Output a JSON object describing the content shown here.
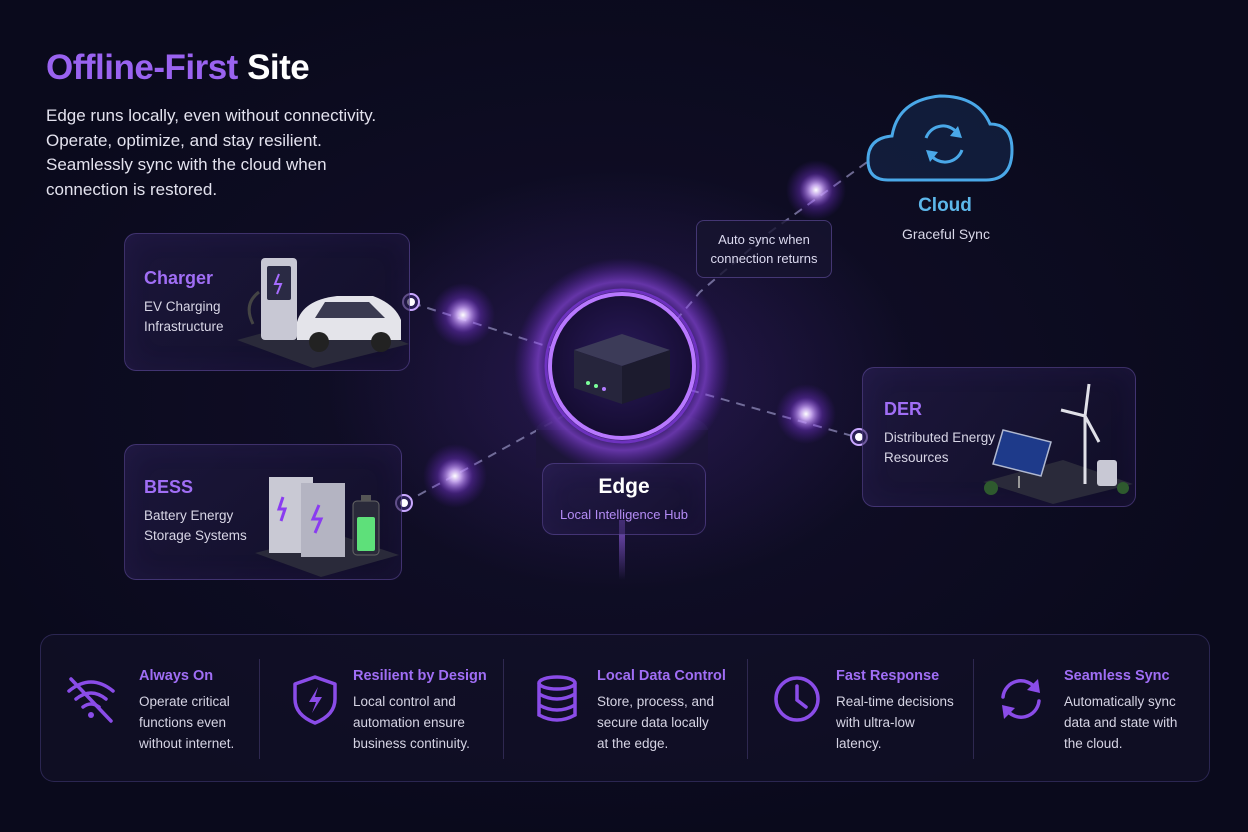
{
  "header": {
    "title_accent": "Offline-First",
    "title_rest": "Site",
    "subtitle_lines": [
      "Edge runs locally, even without connectivity.",
      "Operate, optimize, and stay resilient.",
      "Seamlessly sync with the cloud when",
      "connection is restored."
    ]
  },
  "nodes": {
    "charger": {
      "title": "Charger",
      "desc_lines": [
        "EV Charging",
        "Infrastructure"
      ]
    },
    "bess": {
      "title": "BESS",
      "desc_lines": [
        "Battery Energy",
        "Storage Systems"
      ]
    },
    "edge": {
      "title": "Edge",
      "subtitle": "Local Intelligence Hub"
    },
    "der": {
      "title": "DER",
      "desc_lines": [
        "Distributed Energy",
        "Resources"
      ]
    },
    "cloud": {
      "title": "Cloud",
      "subtitle": "Graceful Sync"
    }
  },
  "sync_note": {
    "lines": [
      "Auto sync when",
      "connection returns"
    ]
  },
  "features": [
    {
      "icon": "wifi-off-icon",
      "title": "Always On",
      "lines": [
        "Operate critical",
        "functions even",
        "without internet."
      ]
    },
    {
      "icon": "shield-bolt-icon",
      "title": "Resilient by Design",
      "lines": [
        "Local control and",
        "automation ensure",
        "business continuity."
      ]
    },
    {
      "icon": "database-icon",
      "title": "Local Data Control",
      "lines": [
        "Store, process, and",
        "secure data locally",
        "at the edge."
      ]
    },
    {
      "icon": "clock-icon",
      "title": "Fast Response",
      "lines": [
        "Real-time decisions",
        "with ultra-low",
        "latency."
      ]
    },
    {
      "icon": "sync-icon",
      "title": "Seamless Sync",
      "lines": [
        "Automatically sync",
        "data and state with",
        "the cloud."
      ]
    }
  ],
  "colors": {
    "accent": "#9a63f0",
    "cloud": "#5db7ea",
    "background": "#0e0c22"
  }
}
